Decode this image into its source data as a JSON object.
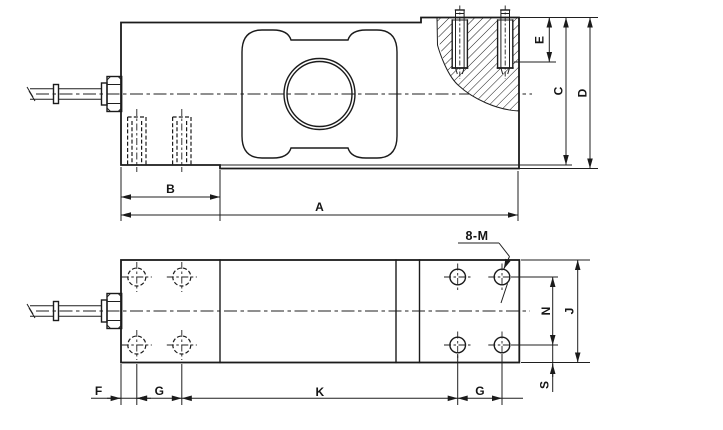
{
  "colors": {
    "ink": "#1b1b1b",
    "paper": "#ffffff"
  },
  "side_view": {
    "dim_a": "A",
    "dim_b": "B",
    "dim_c": "C",
    "dim_d": "D",
    "dim_e": "E"
  },
  "plan_view": {
    "thread_note": "8-M",
    "dim_f": "F",
    "dim_g_left": "G",
    "dim_k": "K",
    "dim_g_right": "G",
    "dim_n": "N",
    "dim_j": "J",
    "dim_s": "S"
  }
}
